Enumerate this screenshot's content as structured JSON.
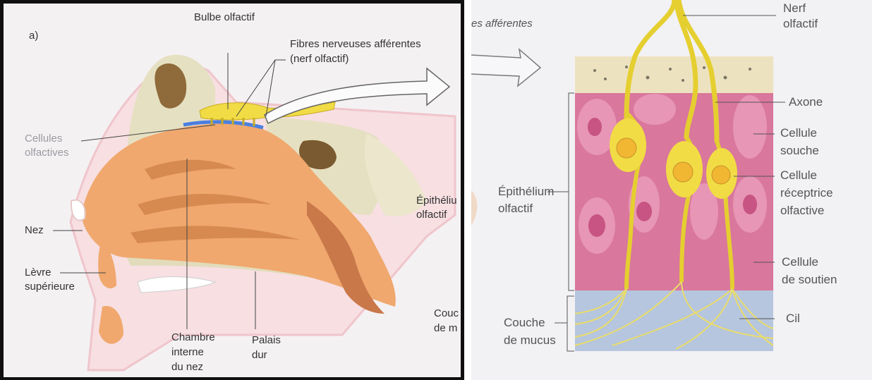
{
  "left": {
    "panel_letter": "a)",
    "labels": {
      "bulbe": "Bulbe olfactif",
      "fibres_1": "Fibres nerveuses afférentes",
      "fibres_2": "(nerf olfactif)",
      "cellules_1": "Cellules",
      "cellules_2": "olfactives",
      "epith_1": "Épithéliu",
      "epith_2": "olfactif",
      "nez": "Nez",
      "levre_1": "Lèvre",
      "levre_2": "supérieure",
      "chambre_1": "Chambre",
      "chambre_2": "interne",
      "chambre_3": "du nez",
      "palais_1": "Palais",
      "palais_2": "dur",
      "couche_1": "Couc",
      "couche_2": "de m"
    }
  },
  "right": {
    "labels": {
      "afferentes": "es afférentes",
      "nerf_1": "Nerf",
      "nerf_2": "olfactif",
      "axone": "Axone",
      "souche_1": "Cellule",
      "souche_2": "souche",
      "recept_1": "Cellule",
      "recept_2": "réceptrice",
      "recept_3": "olfactive",
      "epith_1": "Épithélium",
      "epith_2": "olfactif",
      "soutien_1": "Cellule",
      "soutien_2": "de soutien",
      "cil": "Cil",
      "mucus_1": "Couche",
      "mucus_2": "de mucus"
    }
  },
  "colors": {
    "bone": "#e6e0c2",
    "skin": "#f0a86e",
    "nerve": "#f1dc45",
    "epithelium": "#d9779c",
    "mucus": "#b6c6de"
  }
}
